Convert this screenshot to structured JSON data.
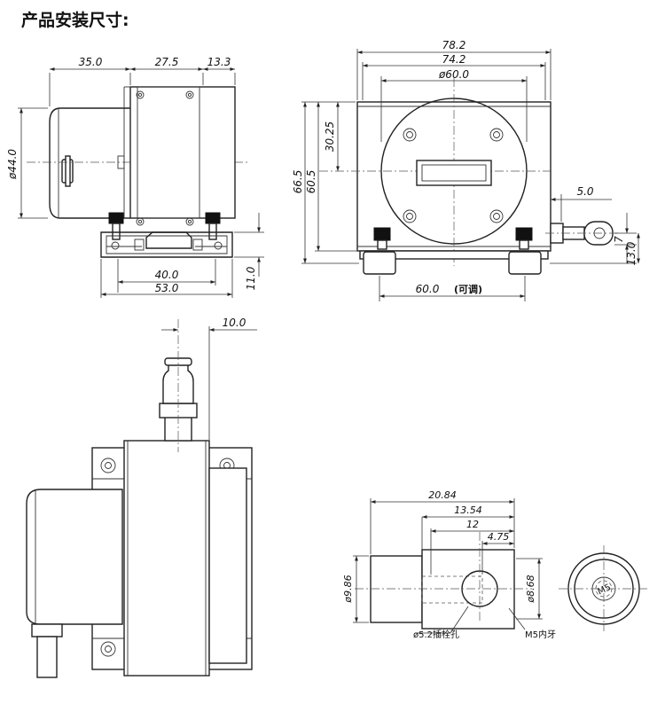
{
  "title": "产品安装尺寸:",
  "views": {
    "side": {
      "dims": {
        "d1": "35.0",
        "d2": "27.5",
        "d3": "13.3",
        "dia": "ø44.0",
        "base_hole": "40.0",
        "base_width": "53.0",
        "base_height": "11.0"
      }
    },
    "front": {
      "dims": {
        "w_outer": "78.2",
        "w_inner": "74.2",
        "dia": "ø60.0",
        "h_total": "66.5",
        "h_body": "60.5",
        "h_center": "30.25",
        "eye_offset": "5.0",
        "eye_h": "7",
        "base_h": "13.0",
        "base_span": "60.0",
        "adjustable": "(可调)"
      }
    },
    "top": {
      "dims": {
        "cable_offset": "10.0"
      }
    },
    "detail": {
      "dims": {
        "l1": "20.84",
        "l2": "13.54",
        "l3": "12",
        "l4": "4.75",
        "d_left": "ø9.86",
        "d_right": "ø8.68",
        "pin_hole": "ø5.2插栓孔",
        "thread": "M5内牙",
        "end_label": "M5"
      }
    }
  }
}
